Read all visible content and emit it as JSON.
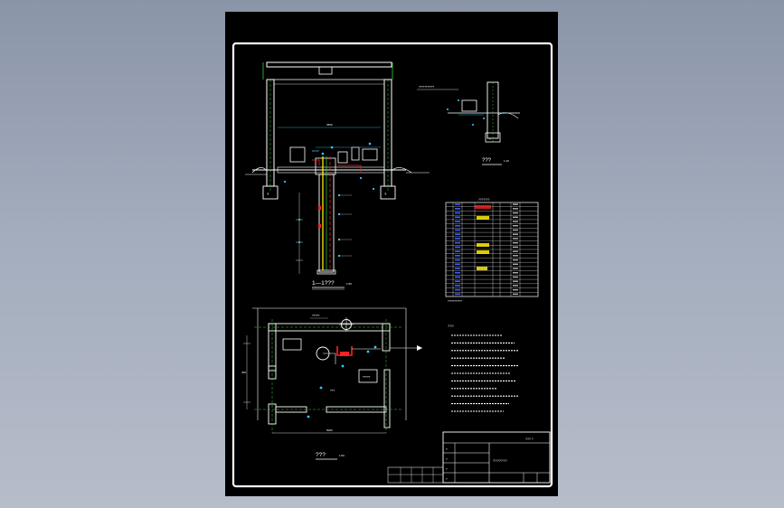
{
  "view": {
    "section_label": "1—1???",
    "section_scale": "1:50",
    "plan_label": "???",
    "plan_scale": "1:50",
    "detail_label": "???",
    "detail_scale": "1:10",
    "table_title": "???????",
    "notes_title": "???",
    "title_block_name": "???????"
  },
  "colors": {
    "sheet_background": "#000000",
    "border_white": "#ffffff",
    "wall_green": "#33cc33",
    "dimension_cyan": "#33ccff",
    "pipe_yellow": "#ffee00",
    "pipe_red": "#ff2020",
    "grid_blue": "#4060ff"
  }
}
